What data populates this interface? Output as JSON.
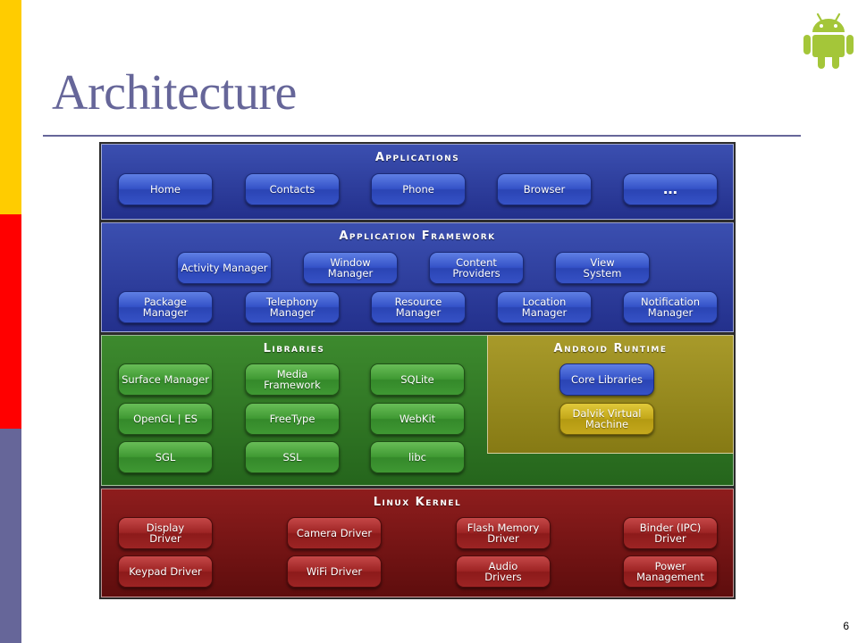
{
  "slide": {
    "title": "Architecture",
    "page_number": "6"
  },
  "logo": {
    "icon": "android-robot-icon",
    "color": "#a4c639"
  },
  "colors": {
    "side_bar": [
      "#ffcc00",
      "#ff0000",
      "#666699"
    ],
    "title": "#666699",
    "applications_layer": "#23308c",
    "libraries_layer": "#25651c",
    "runtime_layer": "#867a14",
    "kernel_layer": "#5e0d0d"
  },
  "diagram": {
    "applications": {
      "title": "Applications",
      "items": [
        "Home",
        "Contacts",
        "Phone",
        "Browser",
        "…"
      ]
    },
    "framework": {
      "title": "Application Framework",
      "row1": [
        "Activity Manager",
        "Window\nManager",
        "Content\nProviders",
        "View\nSystem"
      ],
      "row2": [
        "Package Manager",
        "Telephony\nManager",
        "Resource\nManager",
        "Location\nManager",
        "Notification\nManager"
      ]
    },
    "libraries": {
      "title": "Libraries",
      "row1": [
        "Surface Manager",
        "Media\nFramework",
        "SQLite"
      ],
      "row2": [
        "OpenGL | ES",
        "FreeType",
        "WebKit"
      ],
      "row3": [
        "SGL",
        "SSL",
        "libc"
      ]
    },
    "runtime": {
      "title": "Android Runtime",
      "items": [
        "Core Libraries",
        "Dalvik Virtual\nMachine"
      ]
    },
    "kernel": {
      "title": "Linux Kernel",
      "row1": [
        "Display\nDriver",
        "Camera Driver",
        "Flash Memory\nDriver",
        "Binder (IPC)\nDriver"
      ],
      "row2": [
        "Keypad Driver",
        "WiFi Driver",
        "Audio\nDrivers",
        "Power\nManagement"
      ]
    }
  }
}
